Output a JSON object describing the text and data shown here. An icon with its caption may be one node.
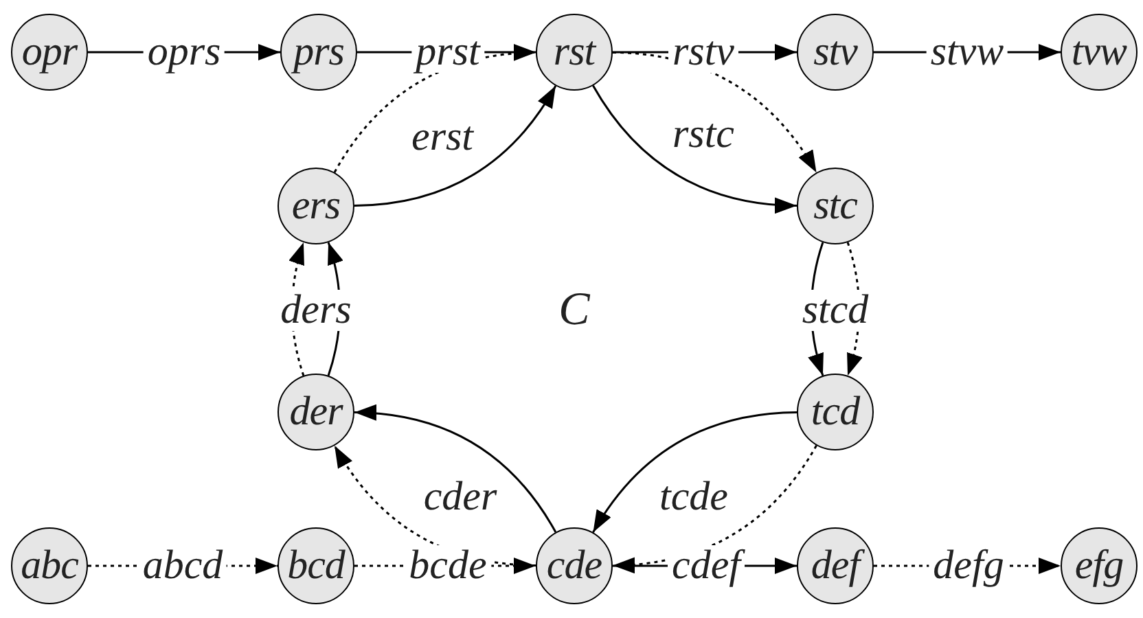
{
  "diagram": {
    "nodes": [
      {
        "text": [
          "opr"
        ]
      },
      {
        "text": [
          "prs"
        ]
      },
      {
        "text": [
          "rst"
        ]
      },
      {
        "text": [
          "stv"
        ]
      },
      {
        "text": [
          "tvw"
        ]
      },
      {
        "text": [
          "ers"
        ]
      },
      {
        "text": [
          "stc"
        ]
      },
      {
        "text": [
          "der"
        ]
      },
      {
        "text": [
          "tcd"
        ]
      },
      {
        "text": [
          "abc"
        ]
      },
      {
        "text": [
          "bcd"
        ]
      },
      {
        "text": [
          "cde"
        ]
      },
      {
        "text": [
          "def"
        ]
      },
      {
        "text": [
          "efg"
        ]
      }
    ],
    "edges": [
      {
        "from": 0,
        "to": 1,
        "arrow": "to",
        "label": "oprs"
      },
      {
        "from": 1,
        "to": 2,
        "arrow": "to",
        "label": "prst"
      },
      {
        "from": 2,
        "to": 3,
        "arrow": "to",
        "label": "rstv"
      },
      {
        "from": 3,
        "to": 4,
        "arrow": "to",
        "label": "stvw"
      },
      {
        "from": 5,
        "to": 2,
        "arrow": "to",
        "label": "erst"
      },
      {
        "from": 5,
        "to": 2,
        "arrow": "to",
        "style": "dashed"
      },
      {
        "from": 2,
        "to": 6,
        "arrow": "to",
        "label": "rstc"
      },
      {
        "from": 2,
        "to": 6,
        "arrow": "to",
        "style": "dashed"
      },
      {
        "from": 6,
        "to": 8,
        "arrow": "to",
        "label": "stcd"
      },
      {
        "from": 6,
        "to": 8,
        "arrow": "to",
        "style": "dashed"
      },
      {
        "from": 8,
        "to": 11,
        "arrow": "to",
        "label": "tcde"
      },
      {
        "from": 8,
        "to": 11,
        "arrow": "to",
        "style": "dashed"
      },
      {
        "from": 11,
        "to": 7,
        "arrow": "to",
        "label": "cder"
      },
      {
        "from": 11,
        "to": 7,
        "arrow": "to",
        "style": "dashed"
      },
      {
        "from": 7,
        "to": 5,
        "arrow": "to",
        "label": "ders"
      },
      {
        "from": 7,
        "to": 5,
        "arrow": "to",
        "style": "dashed"
      },
      {
        "from": 9,
        "to": 10,
        "arrow": "to",
        "label": "abcd",
        "style": "dashed"
      },
      {
        "from": 10,
        "to": 11,
        "arrow": "to",
        "label": "bcde",
        "style": "dashed"
      },
      {
        "from": 11,
        "to": 12,
        "arrow": "to",
        "label": "cdef"
      },
      {
        "from": 12,
        "to": 13,
        "arrow": "to",
        "label": "defg",
        "style": "dashed"
      }
    ],
    "labels": [
      "C"
    ]
  }
}
